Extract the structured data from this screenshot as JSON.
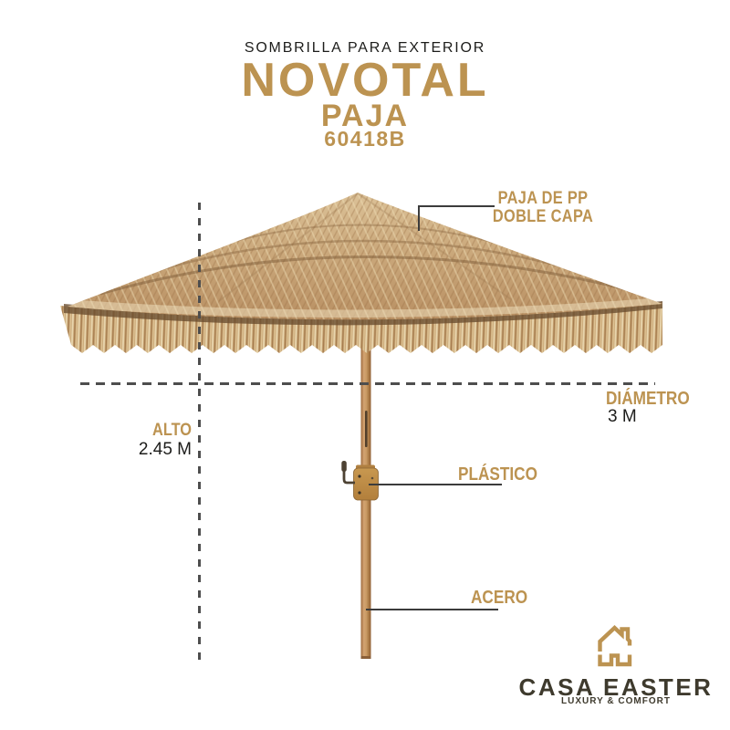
{
  "header": {
    "category": "SOMBRILLA PARA EXTERIOR",
    "brand": "NOVOTAL",
    "product_line": "PAJA",
    "model": "60418B"
  },
  "annotations": {
    "canopy_material": {
      "line1": "PAJA DE PP",
      "line2": "DOBLE CAPA"
    },
    "diameter": {
      "label": "DIÁMETRO",
      "value": "3 M"
    },
    "height": {
      "label": "ALTO",
      "value": "2.45 M"
    },
    "tilt_mechanism": {
      "label": "PLÁSTICO"
    },
    "pole_material": {
      "label": "ACERO"
    }
  },
  "logo": {
    "name": "CASA EASTER",
    "tagline": "LUXURY & COMFORT"
  },
  "colors": {
    "gold_accent": "#bc9351",
    "ink": "#1d1d1b",
    "logo_ink": "#3e3a2d",
    "dashed_line": "#4e4e4e",
    "callout_line": "#3c3c3c",
    "straw": "#c9a878",
    "straw_dark_band": "#6b4f31",
    "pole_wood": "#c89a63"
  }
}
